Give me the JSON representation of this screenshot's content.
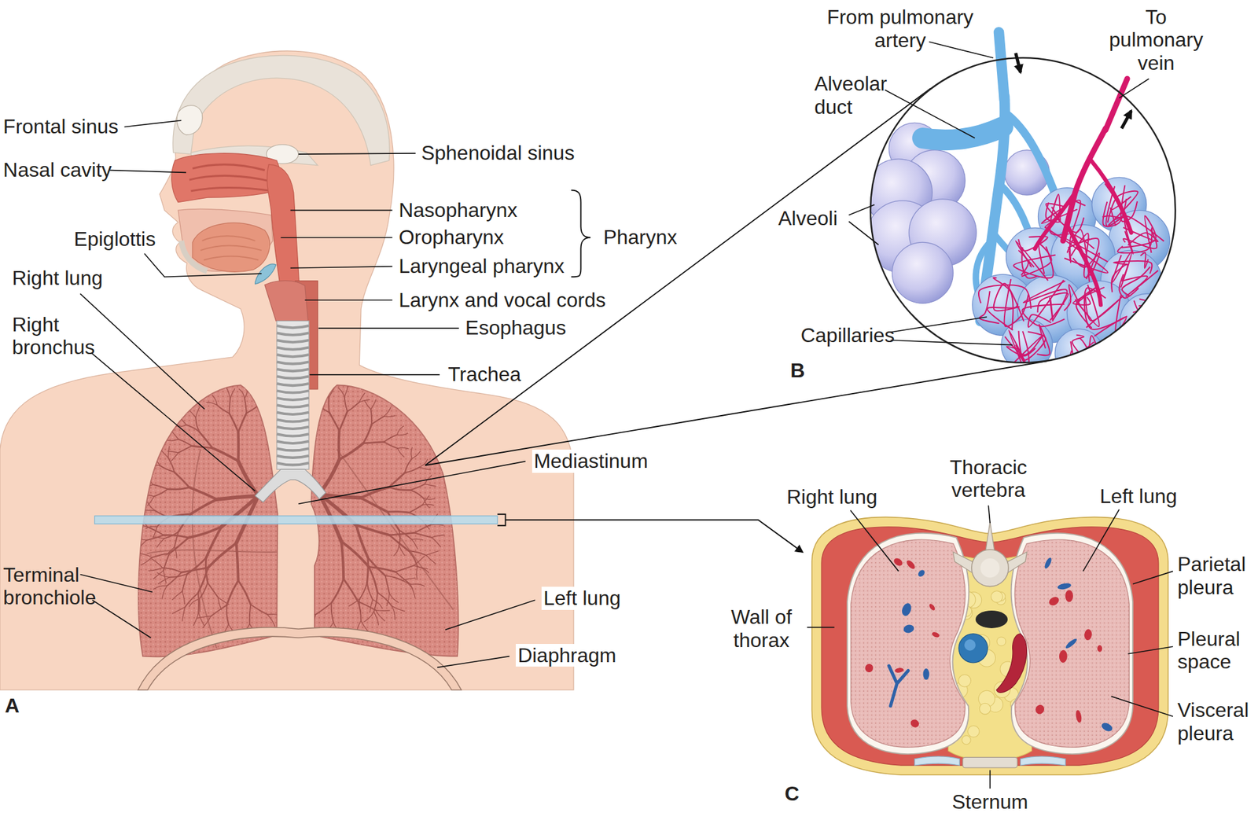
{
  "diagram": {
    "labels": [
      "Frontal sinus",
      "Nasal cavity",
      "Sphenoidal sinus",
      "Nasopharynx",
      "Oropharynx",
      "Laryngeal pharynx",
      "Pharynx",
      "Epiglottis",
      "Right lung",
      "Larynx and vocal cords",
      "Right bronchus",
      "Esophagus",
      "Trachea",
      "Mediastinum",
      "Terminal bronchiole",
      "Left lung",
      "Diaphragm",
      "A",
      "From pulmonary artery",
      "To pulmonary vein",
      "Alveolar duct",
      "Alveoli",
      "Capillaries",
      "B",
      "Thoracic vertebra",
      "Right lung",
      "Left lung",
      "Parietal pleura",
      "Wall of thorax",
      "Pleural space",
      "Visceral pleura",
      "Sternum",
      "C"
    ]
  }
}
